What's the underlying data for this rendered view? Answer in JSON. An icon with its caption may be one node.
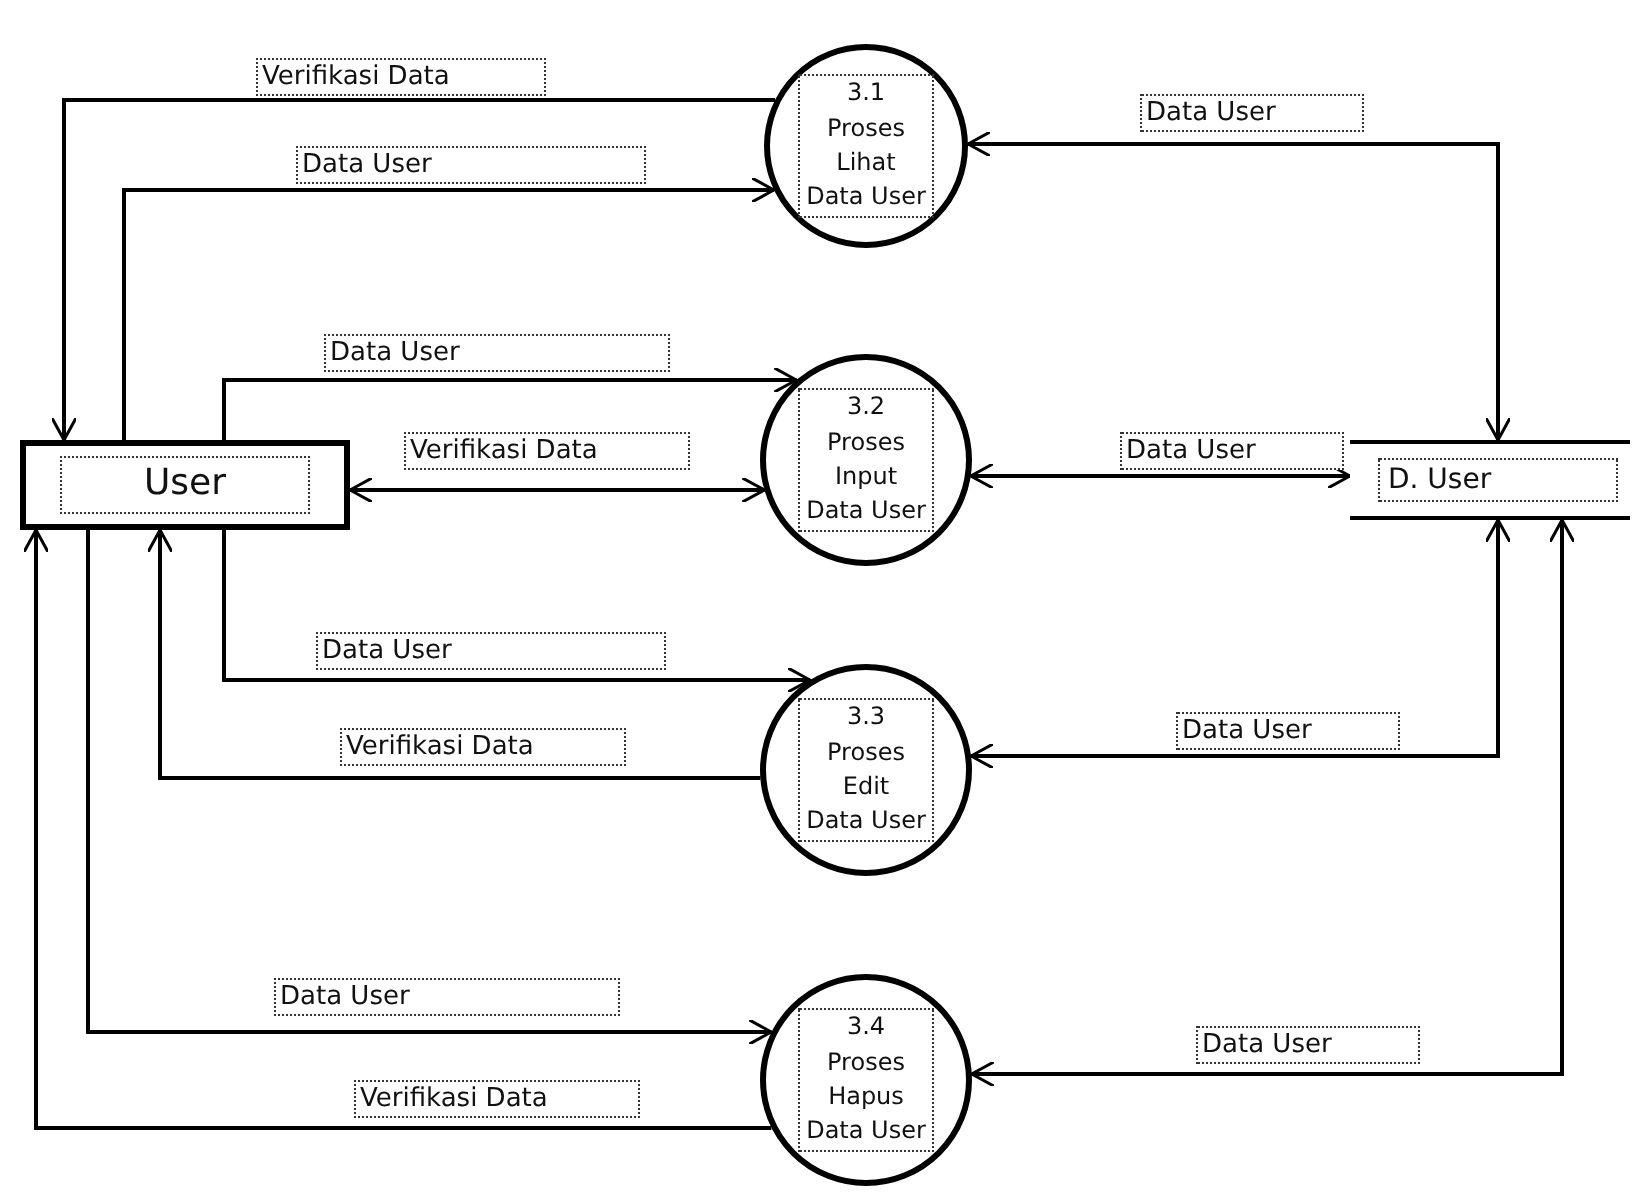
{
  "diagram": {
    "nodes": [
      {
        "text": [
          "User"
        ]
      },
      {
        "text": [
          "3.1",
          "Proses",
          "Lihat",
          "Data User"
        ]
      },
      {
        "text": [
          "3.2",
          "Proses",
          "Input",
          "Data User"
        ]
      },
      {
        "text": [
          "3.3",
          "Proses",
          "Edit",
          "Data User"
        ]
      },
      {
        "text": [
          "3.4",
          "Proses",
          "Hapus",
          "Data User"
        ]
      },
      {
        "text": [
          "D. User"
        ]
      }
    ],
    "edges": [
      {
        "from": 1,
        "to": 0,
        "arrow": "to",
        "label": "Verifikasi Data"
      },
      {
        "from": 0,
        "to": 1,
        "arrow": "to",
        "label": "Data User"
      },
      {
        "from": 0,
        "to": 2,
        "arrow": "to",
        "label": "Data User"
      },
      {
        "from": 0,
        "to": 2,
        "arrow": "both",
        "label": "Verifikasi Data"
      },
      {
        "from": 0,
        "to": 3,
        "arrow": "to",
        "label": "Data User"
      },
      {
        "from": 3,
        "to": 0,
        "arrow": "to",
        "label": "Verifikasi Data"
      },
      {
        "from": 0,
        "to": 4,
        "arrow": "to",
        "label": "Data User"
      },
      {
        "from": 4,
        "to": 0,
        "arrow": "to",
        "label": "Verifikasi Data"
      },
      {
        "from": 5,
        "to": 1,
        "arrow": "both",
        "label": "Data User"
      },
      {
        "from": 2,
        "to": 5,
        "arrow": "both",
        "label": "Data User"
      },
      {
        "from": 3,
        "to": 5,
        "arrow": "both",
        "label": "Data User"
      },
      {
        "from": 4,
        "to": 5,
        "arrow": "both",
        "label": "Data User"
      }
    ]
  }
}
